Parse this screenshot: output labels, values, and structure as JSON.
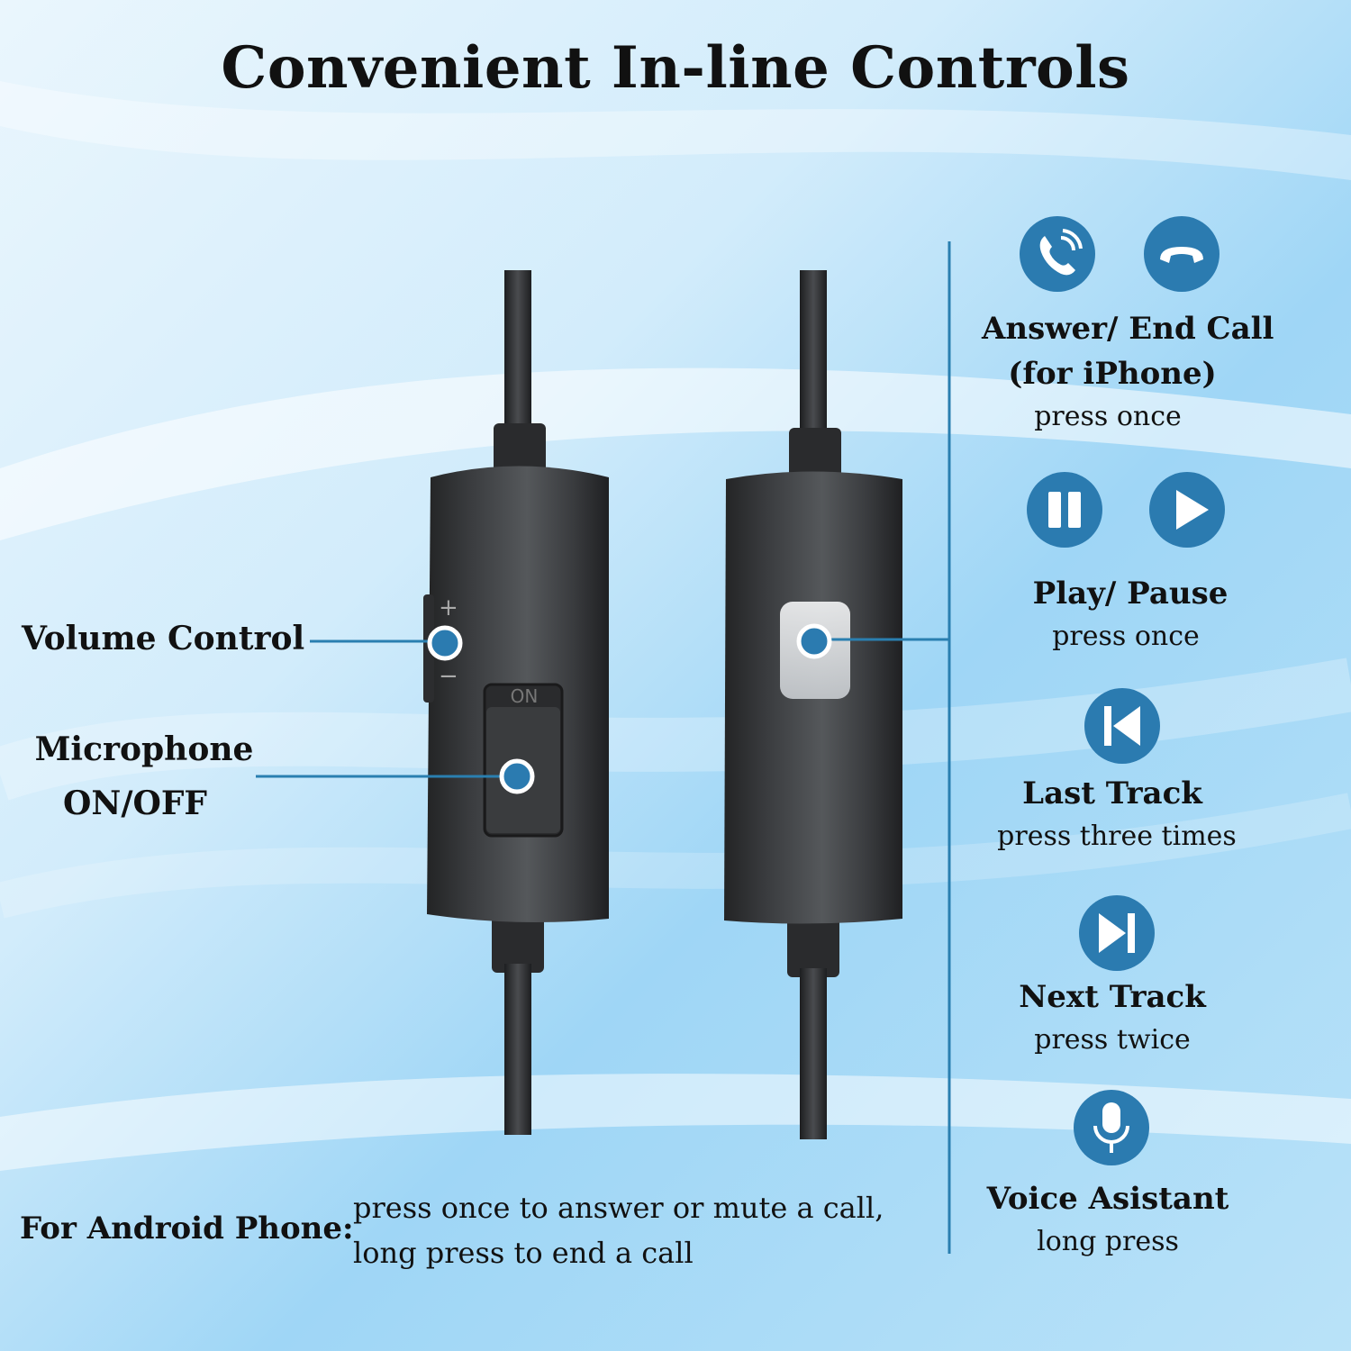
{
  "title": "Convenient In-line Controls",
  "colors": {
    "accent": "#2a7fb0",
    "icon_fill": "#2b7bb0",
    "text": "#111111"
  },
  "left_labels": {
    "volume": "Volume Control",
    "mic_line1": "Microphone",
    "mic_line2": "ON/OFF"
  },
  "remote": {
    "plus": "+",
    "minus": "−"
  },
  "controls": [
    {
      "icons": [
        "phone-answer-icon",
        "phone-hangup-icon"
      ],
      "title_line1": "Answer/ End Call",
      "title_line2": "(for iPhone)",
      "desc": "press once"
    },
    {
      "icons": [
        "pause-icon",
        "play-icon"
      ],
      "title_line1": "Play/ Pause",
      "desc": "press once"
    },
    {
      "icons": [
        "previous-track-icon"
      ],
      "title_line1": "Last Track",
      "desc": "press three times"
    },
    {
      "icons": [
        "next-track-icon"
      ],
      "title_line1": "Next Track",
      "desc": "press twice"
    },
    {
      "icons": [
        "microphone-icon"
      ],
      "title_line1": "Voice Asistant",
      "desc": "long press"
    }
  ],
  "android": {
    "label": "For Android Phone:",
    "line1": "press once to answer or mute a call,",
    "line2": "long press to end a call"
  }
}
